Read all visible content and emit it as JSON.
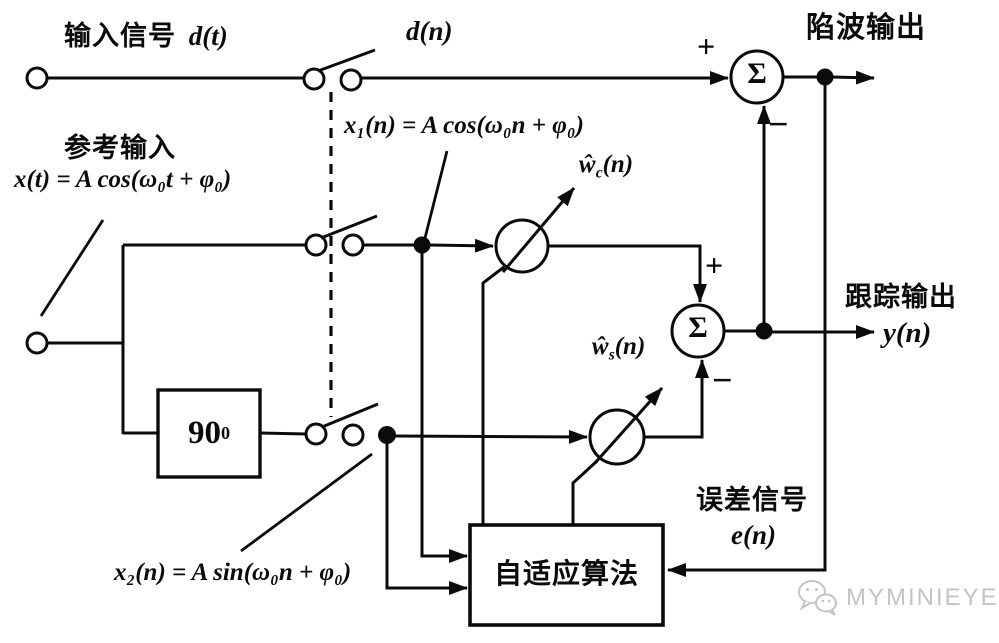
{
  "colors": {
    "ink": "#0b0b0b",
    "paper": "#ffffff",
    "watermark": "#c4c4c4"
  },
  "labels": {
    "input_signal_cjk": "输入信号",
    "input_signal_math": "d(t)",
    "sampled_input": "d(n)",
    "notch_output": "陷波输出",
    "reference_input_cjk": "参考输入",
    "reference_formula": "x(t) = A cos(ω₀t + φ₀)",
    "x1_formula": "x₁(n) = A cos(ω₀n + φ₀)",
    "x2_formula": "x₂(n) = A sin(ω₀n + φ₀)",
    "weight_cos": {
      "base": "ŵ",
      "sub": "c",
      "args": "(n)"
    },
    "weight_sin": {
      "base": "ŵ",
      "sub": "s",
      "args": "(n)"
    },
    "phase_shift": {
      "base": "90",
      "sup": "0"
    },
    "tracking_output": "跟踪输出",
    "tracking_math": "y(n)",
    "error_signal": "误差信号",
    "error_math": "e(n)",
    "adaptive_algorithm": "自适应算法",
    "sigma_top": "Σ",
    "sigma_mid": "Σ",
    "sign_plus_top": "+",
    "sign_minus_top": "−",
    "sign_plus_mid": "+",
    "sign_minus_mid": "−"
  },
  "watermark": {
    "brand": "MYMINIEYE",
    "icon": "wechat-icon"
  }
}
